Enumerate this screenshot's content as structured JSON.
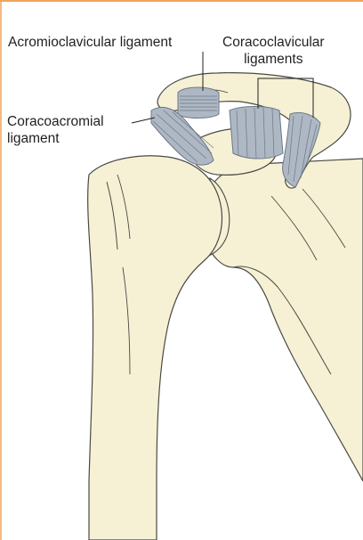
{
  "figure": {
    "labels": {
      "acromioclavicular": "Acromioclavicular ligament",
      "coracoclavicular": [
        "Coracoclavicular",
        "ligaments"
      ],
      "coracoacromial": [
        "Coracoacromial",
        "ligament"
      ]
    },
    "colors": {
      "frame": "#f0a35e",
      "bone_fill": "#f6f1d5",
      "bone_outline": "#4a4a44",
      "ligament_fill": "#aeb8c4",
      "ligament_stroke": "#6d7886",
      "leader_line": "#231f20"
    }
  }
}
